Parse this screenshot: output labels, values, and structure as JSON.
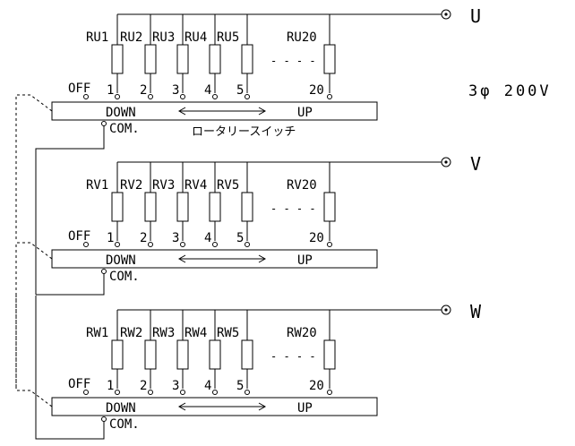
{
  "supply_label": "3φ 200V",
  "switch_caption": "ロータリースイッチ",
  "phases": [
    {
      "terminal": "U",
      "resistors": [
        "RU1",
        "RU2",
        "RU3",
        "RU4",
        "RU5",
        "RU20"
      ],
      "ellipsis": "- - - -",
      "off_label": "OFF",
      "positions": [
        "1",
        "2",
        "3",
        "4",
        "5",
        "20"
      ],
      "down_label": "DOWN",
      "up_label": "UP",
      "com_label": "COM."
    },
    {
      "terminal": "V",
      "resistors": [
        "RV1",
        "RV2",
        "RV3",
        "RV4",
        "RV5",
        "RV20"
      ],
      "ellipsis": "- - - -",
      "off_label": "OFF",
      "positions": [
        "1",
        "2",
        "3",
        "4",
        "5",
        "20"
      ],
      "down_label": "DOWN",
      "up_label": "UP",
      "com_label": "COM."
    },
    {
      "terminal": "W",
      "resistors": [
        "RW1",
        "RW2",
        "RW3",
        "RW4",
        "RW5",
        "RW20"
      ],
      "ellipsis": "- - - -",
      "off_label": "OFF",
      "positions": [
        "1",
        "2",
        "3",
        "4",
        "5",
        "20"
      ],
      "down_label": "DOWN",
      "up_label": "UP",
      "com_label": "COM."
    }
  ]
}
